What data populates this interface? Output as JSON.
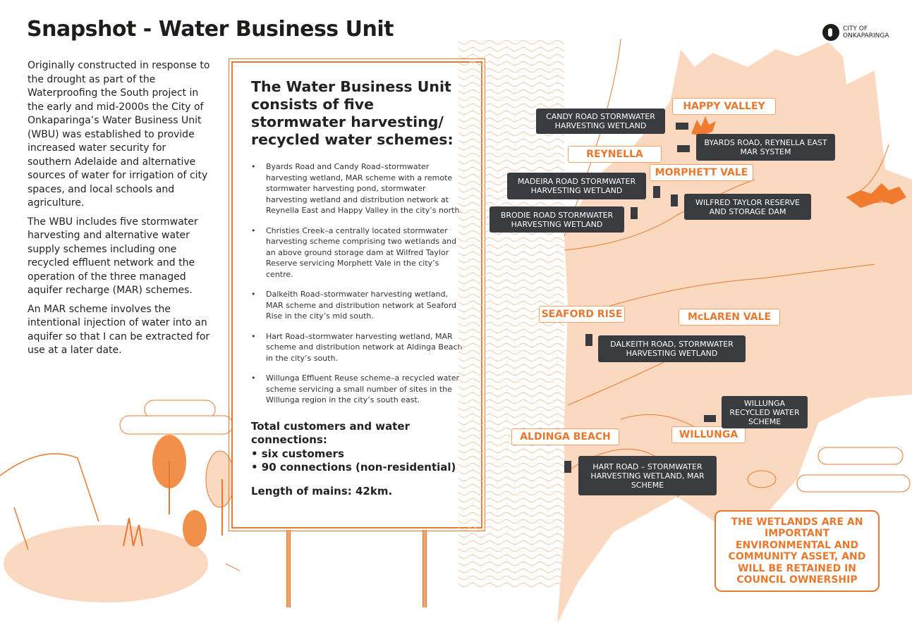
{
  "title": "Snapshot - Water Business Unit",
  "logo": {
    "line1": "CITY OF",
    "line2": "ONKAPARINGA"
  },
  "intro": [
    "Originally constructed in response to the drought as part of the Waterproofing the South project in the early and mid-2000s the City of Onkaparinga’s Water Business Unit (WBU) was established to provide increased water security for southern Adelaide and alternative sources of water for irrigation of city spaces, and local schools and agriculture.",
    "The WBU includes five stormwater harvesting and alternative water supply schemes including one recycled effluent network and the operation of the three managed aquifer recharge (MAR) schemes.",
    "An MAR scheme involves the intentional injection of water into an aquifer so that I can be extracted for use at a later date."
  ],
  "board": {
    "heading": "The Water Business Unit consists of five stormwater harvesting/ recycled water schemes:",
    "schemes": [
      "Byards Road and Candy Road–stormwater harvesting wetland, MAR scheme with a remote stormwater harvesting pond, stormwater harvesting wetland and distribution network at Reynella East and Happy Valley in the city’s north.",
      "Christies Creek–a centrally located stormwater harvesting scheme comprising two wetlands and an above ground storage dam at Wilfred Taylor Reserve servicing Morphett Vale in the city’s centre.",
      "Dalkeith Road–stormwater harvesting wetland, MAR scheme and distribution network at Seaford Rise in the city’s mid south.",
      "Hart Road–stormwater harvesting wetland, MAR scheme and distribution network at Aldinga Beach in the city’s south.",
      "Willunga Effluent Reuse scheme–a recycled water scheme servicing a small number of sites in the Willunga region in the city’s south east."
    ],
    "totals_heading": "Total customers and water connections:",
    "totals": [
      "• six customers",
      "• 90 connections (non-residential)"
    ],
    "length": "Length of mains: 42km."
  },
  "map": {
    "places": [
      "HAPPY VALLEY",
      "REYNELLA",
      "MORPHETT VALE",
      "SEAFORD RISE",
      "McLAREN VALE",
      "WILLUNGA",
      "ALDINGA BEACH"
    ],
    "sites": [
      "CANDY ROAD STORMWATER HARVESTING WETLAND",
      "BYARDS ROAD, REYNELLA EAST MAR SYSTEM",
      "MADEIRA ROAD STORMWATER HARVESTING WETLAND",
      "WILFRED TAYLOR RESERVE AND STORAGE DAM",
      "BRODIE ROAD STORMWATER HARVESTING WETLAND",
      "DALKEITH ROAD, STORMWATER HARVESTING WETLAND",
      "WILLUNGA RECYCLED WATER SCHEME",
      "HART ROAD – STORMWATER HARVESTING WETLAND, MAR SCHEME"
    ],
    "callout": "THE WETLANDS ARE AN IMPORTANT ENVIRONMENTAL AND COMMUNITY ASSET, AND WILL BE RETAINED IN COUNCIL OWNERSHIP"
  },
  "colors": {
    "accent": "#e9782f",
    "map_fill": "#fbd9c0",
    "label_dark": "#3a3b3f"
  }
}
